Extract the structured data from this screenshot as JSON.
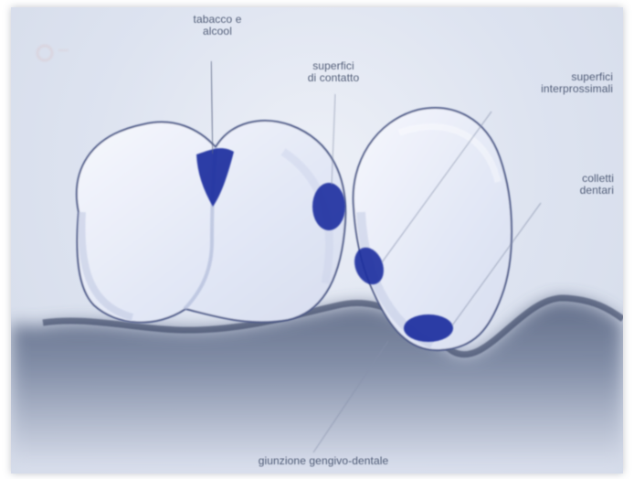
{
  "slide": {
    "background_color": "#dfe4f1",
    "accent_color": "#1f2f9f",
    "outline_color": "#3c4a78",
    "labels": {
      "tobacco": "tabacco e\nalcool",
      "contact": "superfici\ndi contatto",
      "proximal": "superfici\ninterprossimali",
      "dental_collars": "colletti\ndentari",
      "gingival": "giunzione gengivo-dentale"
    },
    "logo_text": "—"
  }
}
